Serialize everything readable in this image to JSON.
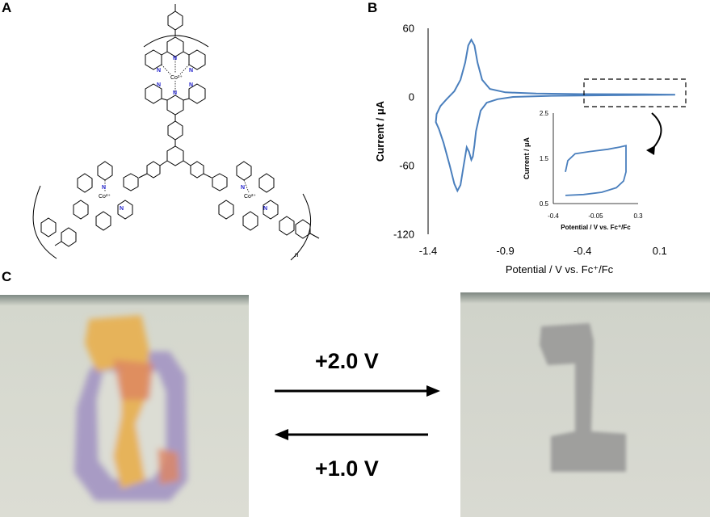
{
  "panels": {
    "a": "A",
    "b": "B",
    "c": "C"
  },
  "structure": {
    "metal_label": "Co²⁺",
    "atom_label": "N",
    "repeat_label": "n"
  },
  "colors": {
    "curve": "#4a7fbd",
    "atom_n": "#2222cc",
    "photo_left_bg": "#d9dbd2",
    "digit_zero": "#a89bc4",
    "digit_one_left": "#e6b35a",
    "digit_one_overlap": "#dd8560",
    "photo_right_bg": "#d6d8d0",
    "digit_one_right": "#9f9f9d"
  },
  "chart_data": [
    {
      "type": "line",
      "title": "",
      "xlabel": "Potential / V vs. Fc⁺/Fc",
      "ylabel": "Current / μA",
      "xlim": [
        -1.4,
        0.3
      ],
      "ylim": [
        -120,
        60
      ],
      "x_ticks": [
        "-1.4",
        "-0.9",
        "-0.4",
        "0.1"
      ],
      "x_tick_values": [
        -1.4,
        -0.9,
        -0.4,
        0.1
      ],
      "y_ticks": [
        "60",
        "0",
        "-60",
        "-120"
      ],
      "y_tick_values": [
        60,
        0,
        -60,
        -120
      ],
      "series": [
        {
          "name": "",
          "points": [
            [
              0.2,
              2
            ],
            [
              -0.2,
              1.5
            ],
            [
              -0.6,
              1
            ],
            [
              -0.85,
              0
            ],
            [
              -0.95,
              -2
            ],
            [
              -1.02,
              -5
            ],
            [
              -1.06,
              -12
            ],
            [
              -1.09,
              -30
            ],
            [
              -1.1,
              -42
            ],
            [
              -1.11,
              -52
            ],
            [
              -1.12,
              -55
            ],
            [
              -1.135,
              -48
            ],
            [
              -1.15,
              -44
            ],
            [
              -1.17,
              -60
            ],
            [
              -1.19,
              -77
            ],
            [
              -1.21,
              -82
            ],
            [
              -1.23,
              -76
            ],
            [
              -1.26,
              -60
            ],
            [
              -1.3,
              -40
            ],
            [
              -1.33,
              -28
            ],
            [
              -1.35,
              -22
            ],
            [
              -1.345,
              -15
            ],
            [
              -1.32,
              -8
            ],
            [
              -1.28,
              -2
            ],
            [
              -1.23,
              5
            ],
            [
              -1.19,
              15
            ],
            [
              -1.16,
              30
            ],
            [
              -1.14,
              45
            ],
            [
              -1.12,
              50
            ],
            [
              -1.1,
              45
            ],
            [
              -1.08,
              30
            ],
            [
              -1.05,
              15
            ],
            [
              -1.0,
              7
            ],
            [
              -0.9,
              4
            ],
            [
              -0.7,
              3
            ],
            [
              -0.4,
              2.5
            ],
            [
              0.0,
              2.3
            ],
            [
              0.2,
              2
            ]
          ]
        }
      ]
    },
    {
      "type": "line",
      "title": "",
      "xlabel": "Potential / V vs. Fc⁺/Fc",
      "ylabel": "Current / μA",
      "xlim": [
        -0.4,
        0.3
      ],
      "ylim": [
        0.5,
        2.5
      ],
      "x_ticks": [
        "-0.4",
        "-0.05",
        "0.3"
      ],
      "x_tick_values": [
        -0.4,
        -0.05,
        0.3
      ],
      "y_ticks": [
        "2.5",
        "1.5",
        "0.5"
      ],
      "y_tick_values": [
        2.5,
        1.5,
        0.5
      ],
      "series": [
        {
          "name": "",
          "points": [
            [
              -0.3,
              1.2
            ],
            [
              -0.28,
              1.45
            ],
            [
              -0.22,
              1.6
            ],
            [
              -0.1,
              1.65
            ],
            [
              0.05,
              1.7
            ],
            [
              0.15,
              1.75
            ],
            [
              0.2,
              1.78
            ],
            [
              0.2,
              1.2
            ],
            [
              0.18,
              1.0
            ],
            [
              0.12,
              0.85
            ],
            [
              0.0,
              0.75
            ],
            [
              -0.15,
              0.7
            ],
            [
              -0.3,
              0.68
            ]
          ]
        }
      ]
    }
  ],
  "photos": {
    "oxidize_voltage": "+2.0 V",
    "reduce_voltage": "+1.0 V"
  }
}
